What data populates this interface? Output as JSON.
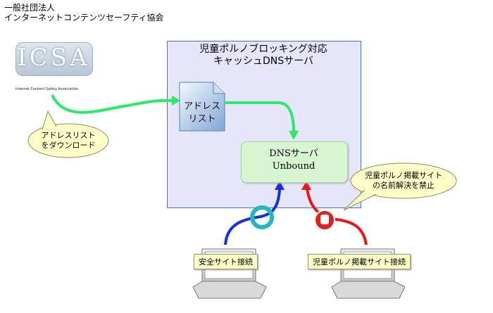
{
  "org": {
    "name": "一般社団法人\nインターネットコンテンツセーフティ協会"
  },
  "logo": {
    "text": "ICSA",
    "subtitle": "Internet Content Safety Association"
  },
  "server": {
    "title": "児童ポルノブロッキング対応\nキャッシュDNSサーバ"
  },
  "dns": {
    "label": "DNSサーバ\nUnbound"
  },
  "blocklist": {
    "label": "アドレス\nリスト"
  },
  "callouts": {
    "download": "アドレスリスト\nをダウンロード",
    "block": "児童ポルノ掲載サイト\nの名前解決を禁止"
  },
  "clients": {
    "safe": "安全サイト接続",
    "porn": "児童ポルノ掲載サイト接続"
  },
  "colors": {
    "green_arrow": "#2ee86a",
    "blue_arrow": "#1530e0",
    "red_arrow": "#ee1515",
    "ok_ring": "#20b8c0",
    "stop_icon": "#e02020",
    "server_bg": "#e6e6fa",
    "dns_bg": "#d8f5d2",
    "callout_bg": "#ffffc8"
  },
  "icons": [
    "document-icon",
    "laptop-icon",
    "ok-circle-icon",
    "stop-hand-icon"
  ]
}
